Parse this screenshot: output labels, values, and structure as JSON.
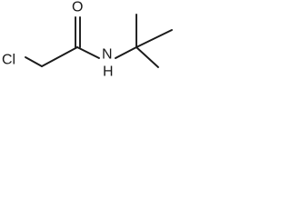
{
  "molecule": {
    "atoms": {
      "chlorine": "Cl",
      "oxygen": "O",
      "nitrogen_hydrogen": "N\nH"
    },
    "atom_n": "N",
    "atom_h": "H"
  }
}
